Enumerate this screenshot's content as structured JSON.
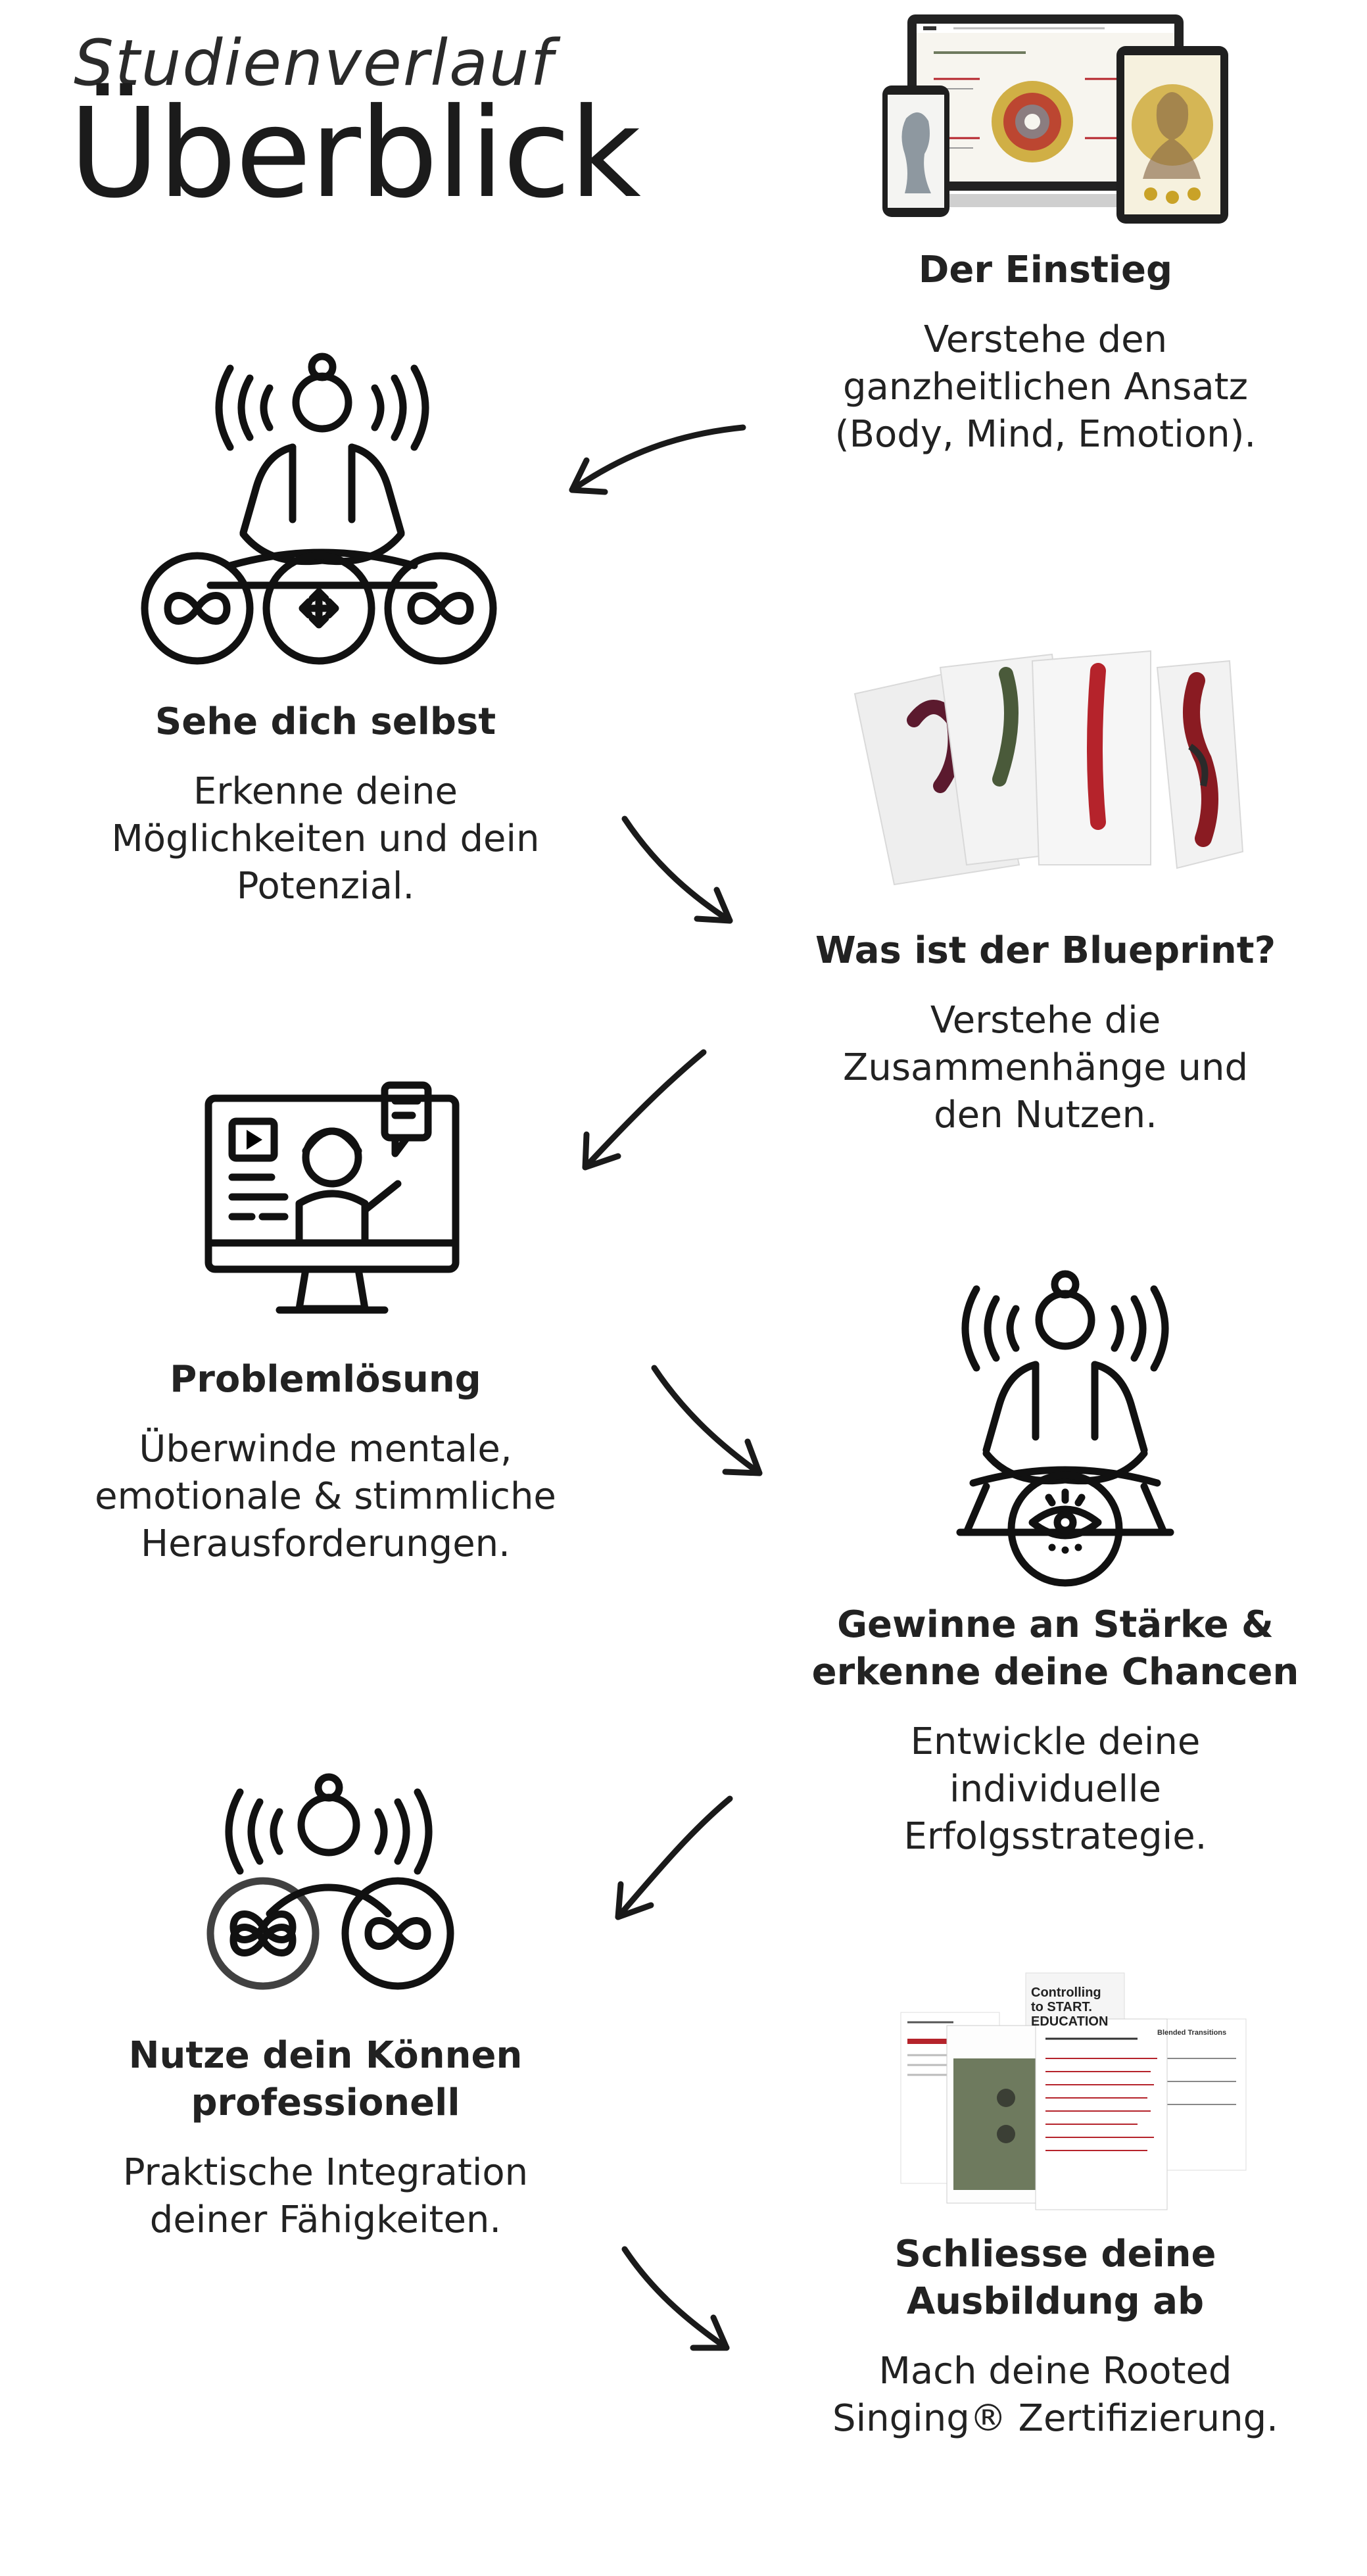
{
  "header": {
    "subtitle": "Studienverlauf",
    "title": "Überblick"
  },
  "colors": {
    "grey": "#7e8b95",
    "gold": "#c9a227",
    "red": "#b5232b",
    "sage": "#6e7a5e",
    "ink": "#1b1b1b"
  },
  "steps": [
    {
      "title": "Der Einstieg",
      "desc": "Verstehe den\nganzheitlichen Ansatz\n(Body, Mind, Emotion).",
      "icon": "devices-mockup-image"
    },
    {
      "title": "Sehe dich selbst",
      "desc": "Erkenne deine\nMöglichkeiten und dein\nPotenzial.",
      "icon": "meditating-person-icon"
    },
    {
      "title": "Was ist der Blueprint?",
      "desc": "Verstehe die\nZusammenhänge und\nden Nutzen.",
      "icon": "blueprint-cards-image"
    },
    {
      "title": "Problemlösung",
      "desc": "Überwinde mentale,\nemotionale & stimmliche\nHerausforderungen.",
      "icon": "video-lesson-monitor-icon"
    },
    {
      "title": "Gewinne an Stärke &\nerkenne deine Chancen",
      "desc": "Entwickle deine\nindividuelle\nErfolgsstrategie.",
      "icon": "meditating-person-eye-icon"
    },
    {
      "title": "Nutze dein Können\nprofessionell",
      "desc": "Praktische Integration\ndeiner Fähigkeiten.",
      "icon": "person-bust-icon"
    },
    {
      "title": "Schliesse deine\nAusbildung ab",
      "desc": "Mach deine Rooted\nSinging® Zertifizierung.",
      "icon": "documents-image"
    }
  ],
  "documents": {
    "card_text": "Controlling\nto START.\nEDUCATION",
    "side_text": "Blended Transitions"
  }
}
